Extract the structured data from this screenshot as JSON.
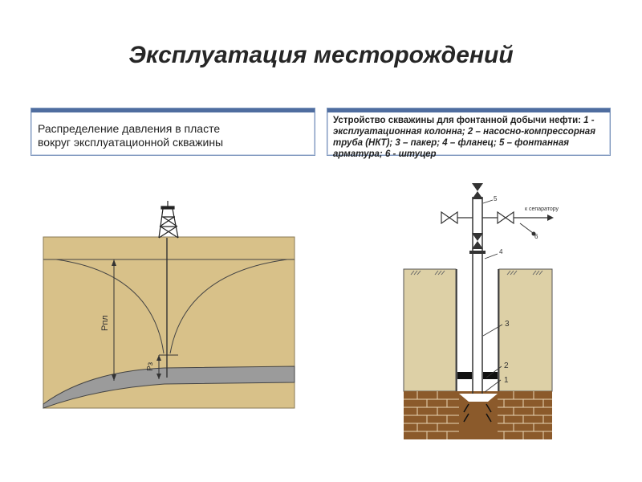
{
  "title": "Эксплуатация месторождений",
  "left_caption": {
    "line1": "Распределение давления в пласте",
    "line2": "вокруг эксплуатационной скважины"
  },
  "right_caption": {
    "head": "Устройство скважины для фонтанной добычи нефти:",
    "body": "1 - эксплуатационная колонна; 2 – насосно-компрессорная труба (НКТ); 3 – пакер; 4 – фланец; 5 – фонтанная арматура; 6 - штуцер"
  },
  "left_diagram": {
    "label_p_pl": "Pпл",
    "label_p_z": "Pз"
  },
  "right_diagram": {
    "labels": [
      "1",
      "2",
      "3",
      "4",
      "5",
      "6"
    ],
    "separator_label": "к сепаратору"
  },
  "colors": {
    "sand": "#d8c189",
    "formation": "#9e9e9e",
    "brick": "#8b5a2b",
    "accent": "#4f6d9f"
  }
}
